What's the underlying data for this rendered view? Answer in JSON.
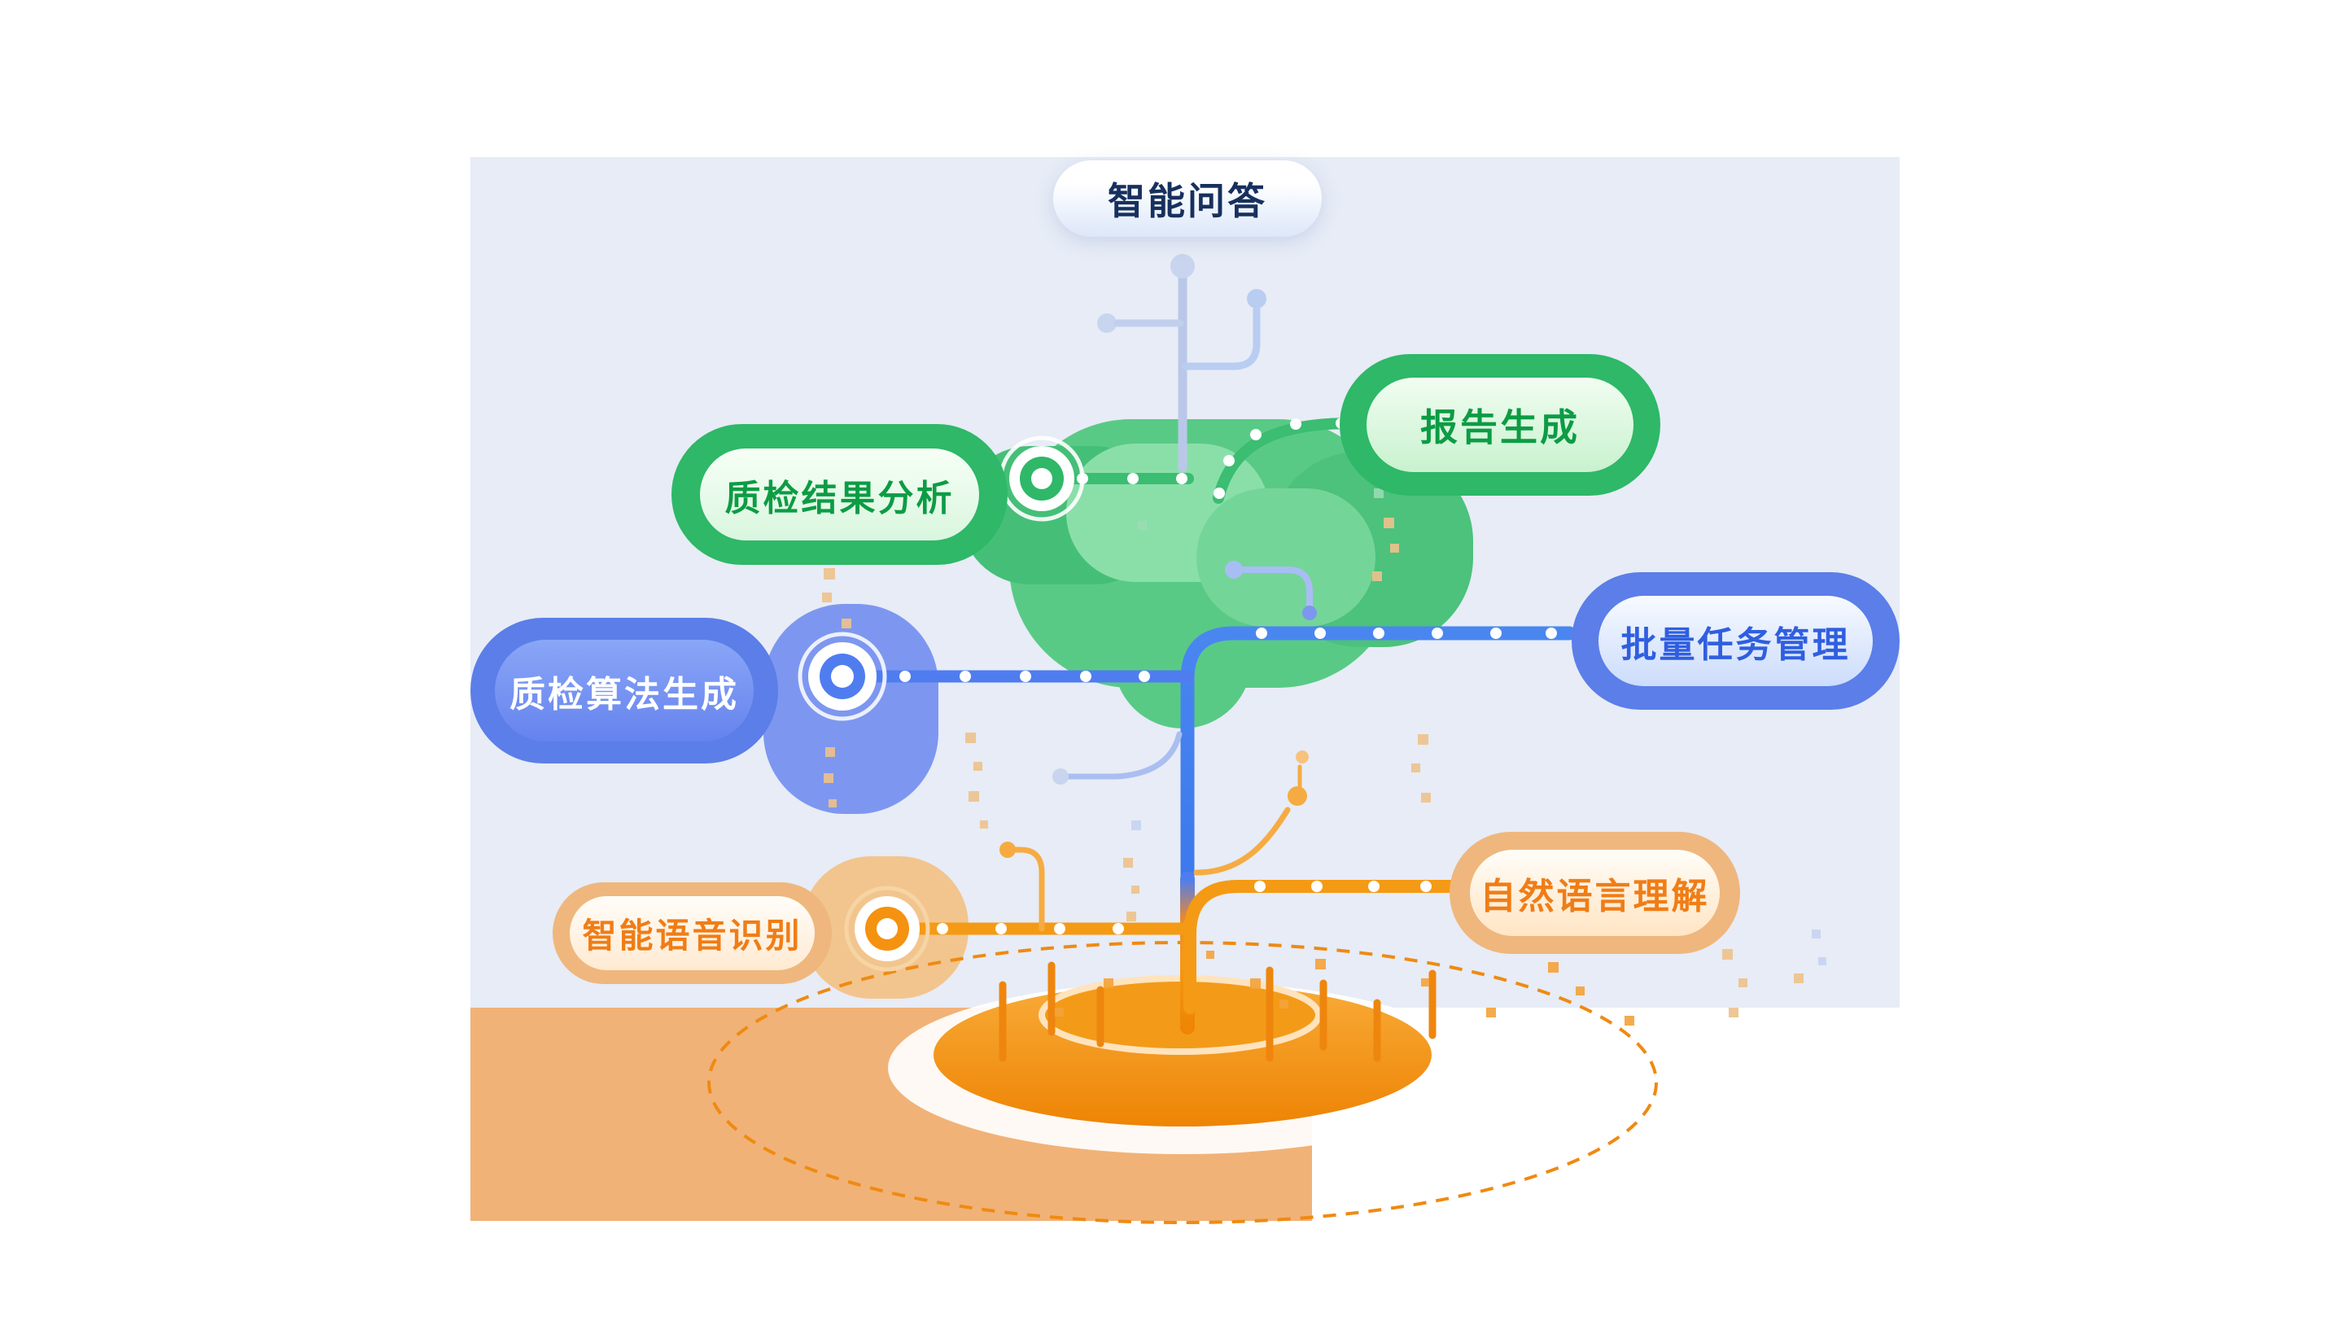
{
  "diagram": {
    "nodes": {
      "qa": {
        "label": "智能问答"
      },
      "report_generation": {
        "label": "报告生成"
      },
      "qc_result_analysis": {
        "label": "质检结果分析"
      },
      "batch_task_management": {
        "label": "批量任务管理"
      },
      "qc_algorithm_generation": {
        "label": "质检算法生成"
      },
      "nlu": {
        "label": "自然语言理解"
      },
      "asr": {
        "label": "智能语音识别"
      }
    },
    "colors": {
      "green": "#2eb868",
      "green_text": "#0c9c44",
      "blue": "#5b7ee8",
      "blue_text": "#2f5fe0",
      "orange": "#f5920f",
      "orange_text": "#f07d16",
      "tan": "#efb77d",
      "dark_text": "#17305e",
      "panel_bg": "#e7ecf6",
      "ground_bg": "#f1b277"
    }
  }
}
